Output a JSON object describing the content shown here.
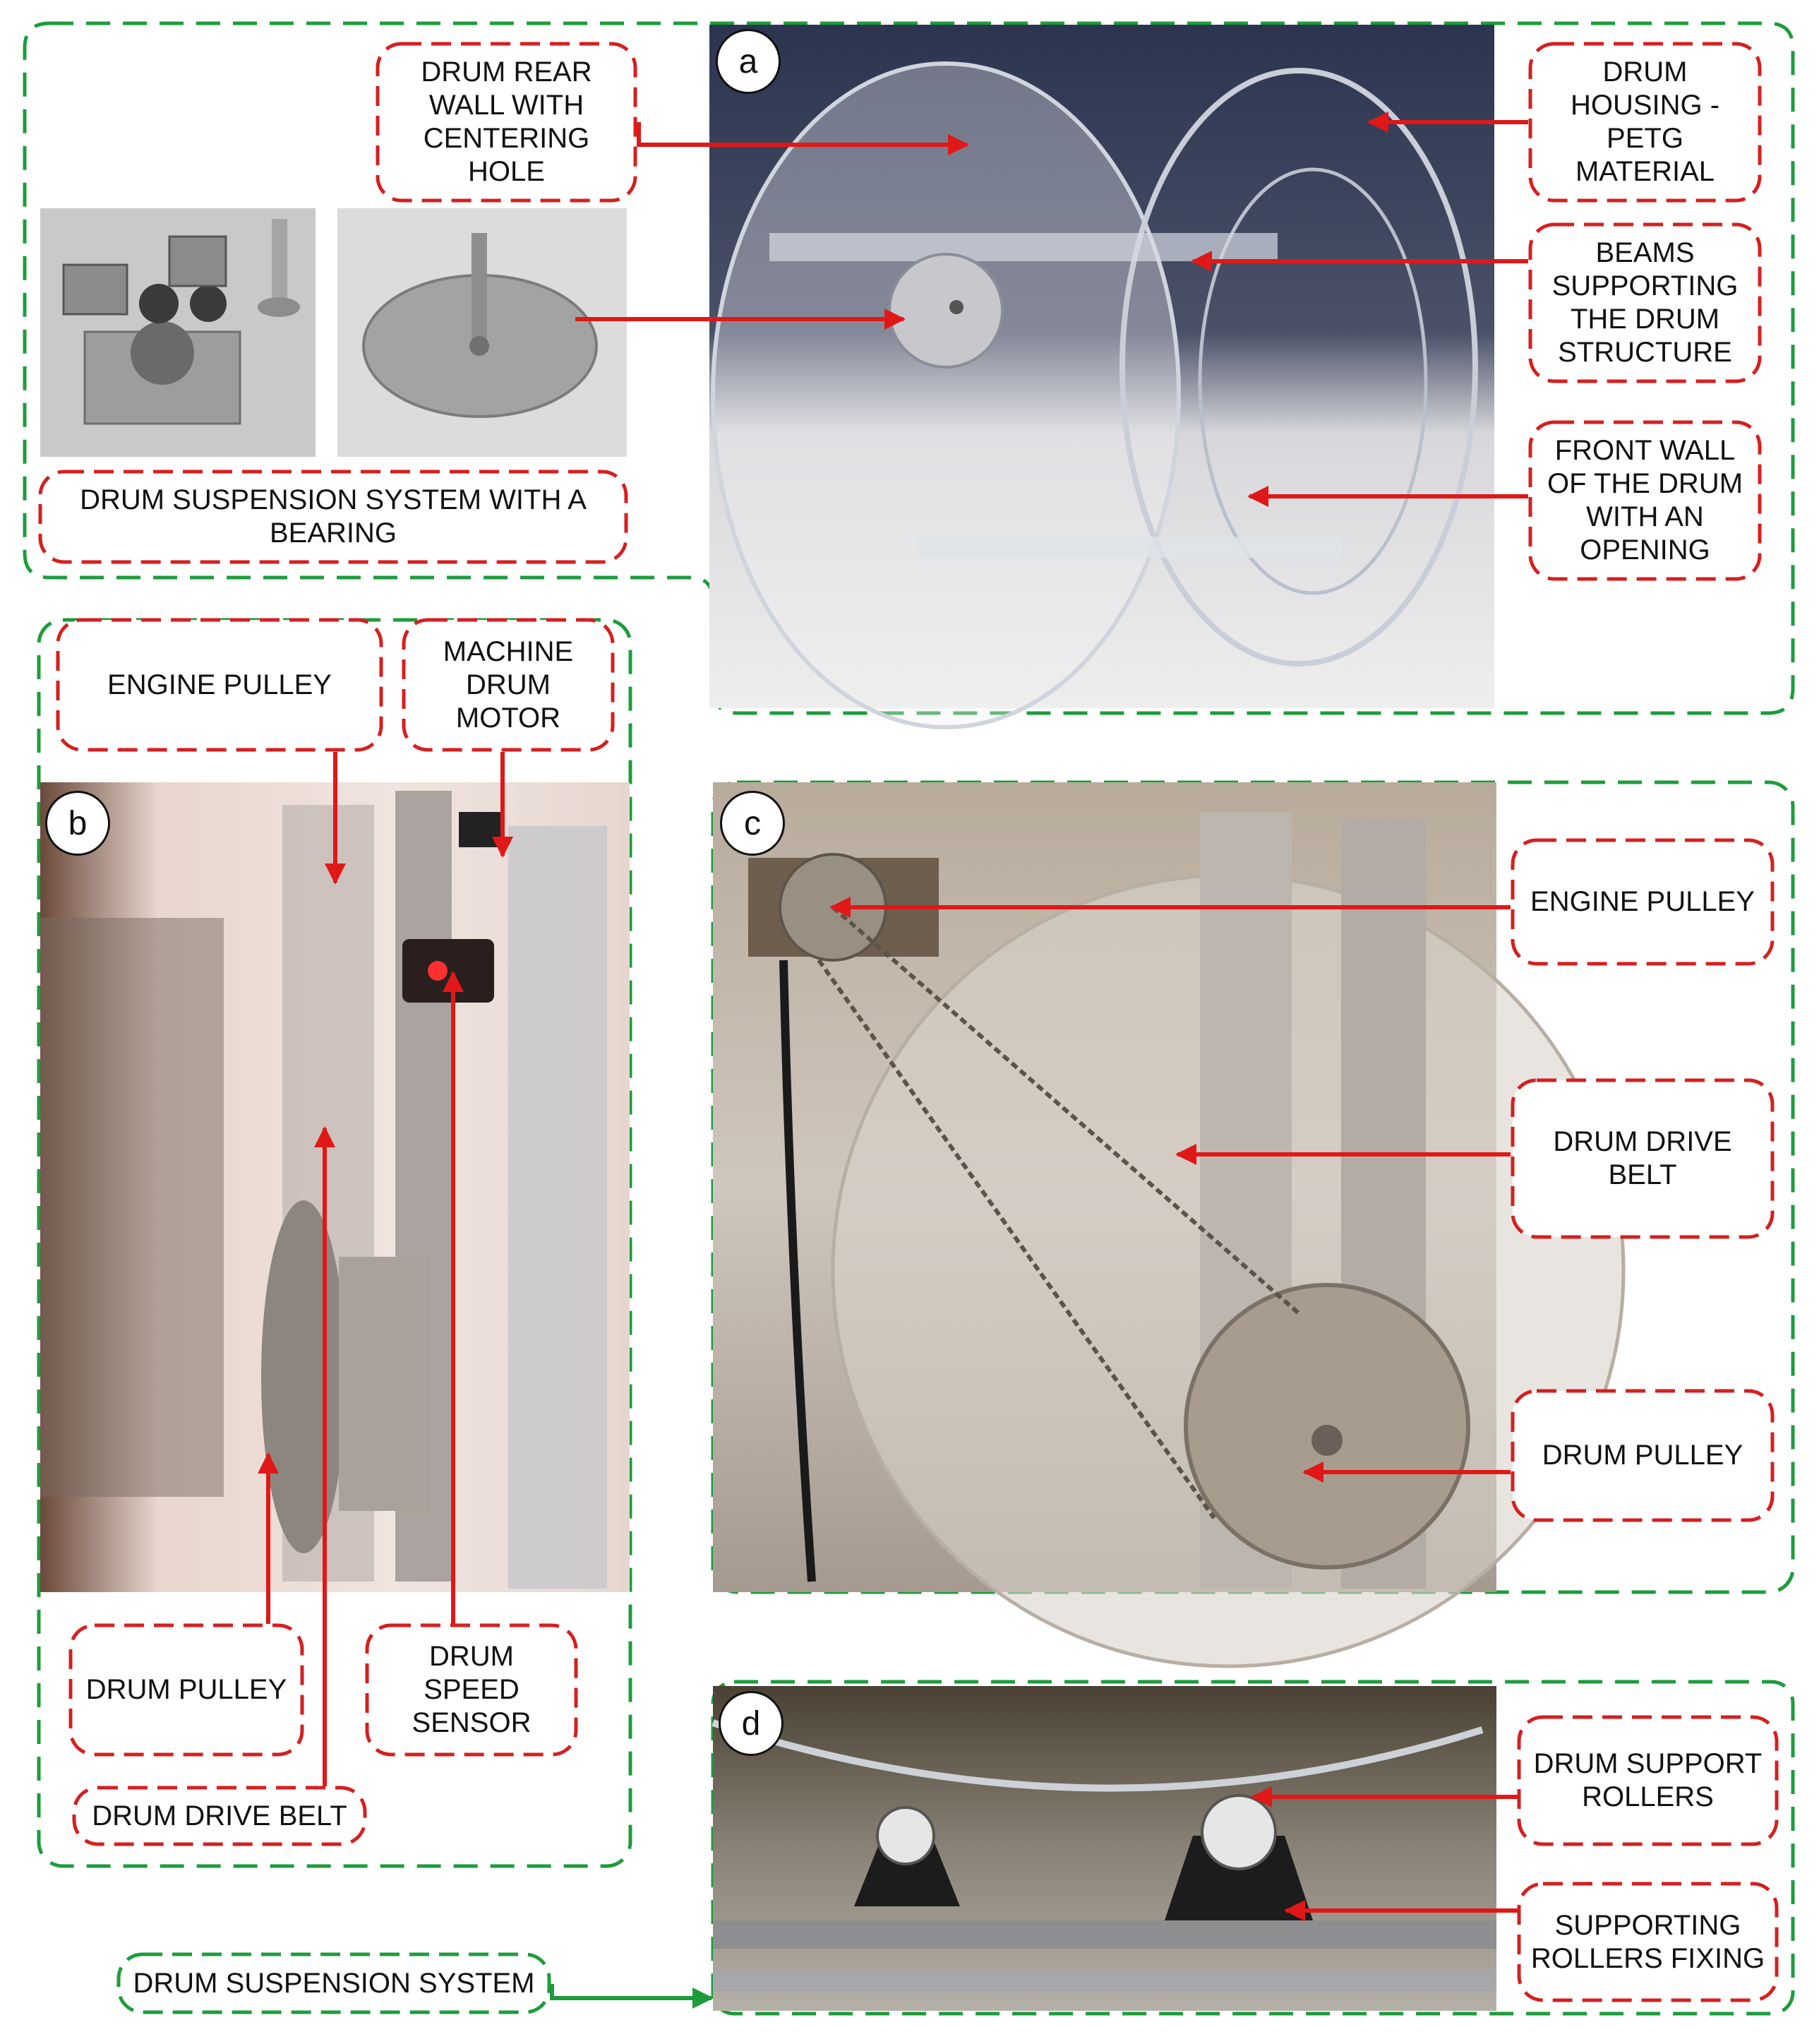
{
  "panels": {
    "a": "a",
    "b": "b",
    "c": "c",
    "d": "d"
  },
  "labels": {
    "rear_wall": "DRUM REAR\nWALL WITH\nCENTERING\nHOLE",
    "housing": "DRUM\nHOUSING -\nPETG\nMATERIAL",
    "beams": "BEAMS\nSUPPORTING\nTHE DRUM\nSTRUCTURE",
    "front_wall": "FRONT WALL\nOF THE DRUM\nWITH AN\nOPENING",
    "suspension_bearing": "DRUM SUSPENSION SYSTEM WITH A\nBEARING",
    "engine_pulley_b": "ENGINE PULLEY",
    "motor": "MACHINE\nDRUM\nMOTOR",
    "drum_pulley_b": "DRUM PULLEY",
    "speed_sensor": "DRUM\nSPEED\nSENSOR",
    "drive_belt_b": "DRUM DRIVE BELT",
    "engine_pulley_c": "ENGINE PULLEY",
    "drive_belt_c": "DRUM DRIVE\nBELT",
    "drum_pulley_c": "DRUM PULLEY",
    "support_rollers": "DRUM SUPPORT\nROLLERS",
    "rollers_fixing": "SUPPORTING\nROLLERS FIXING",
    "suspension_system": "DRUM SUSPENSION SYSTEM"
  },
  "colors": {
    "green_frame": "#1e9c3c",
    "red_frame": "#d42020",
    "arrow": "#e01818"
  }
}
